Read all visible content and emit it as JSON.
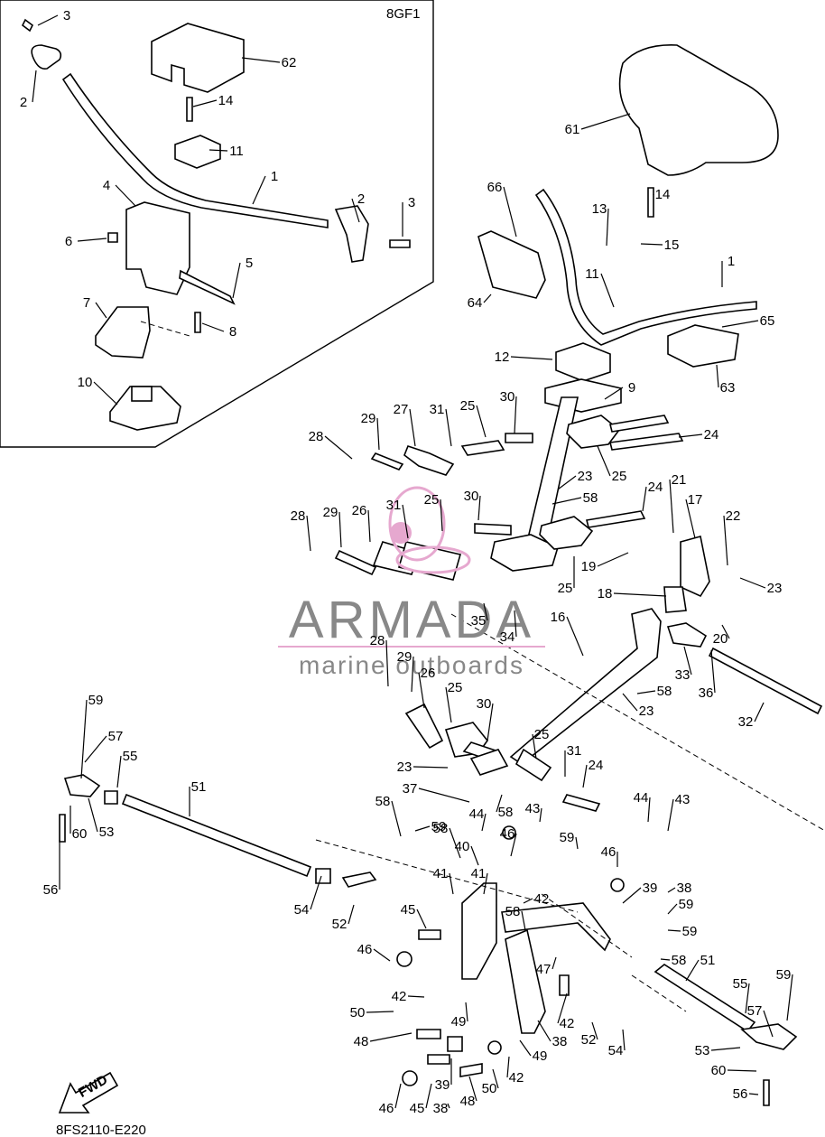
{
  "inset_code": "8GF1",
  "diagram_code": "8FS2110-E220",
  "fwd_label": "FWD",
  "watermark": {
    "brand": "ARMADA",
    "tagline": "marine outboards",
    "brand_color": "#888888",
    "accent_color": "#e6a8cf"
  },
  "callouts": [
    {
      "text": "3"
    },
    {
      "text": "2"
    },
    {
      "text": "62"
    },
    {
      "text": "14"
    },
    {
      "text": "11"
    },
    {
      "text": "1"
    },
    {
      "text": "4"
    },
    {
      "text": "6"
    },
    {
      "text": "2"
    },
    {
      "text": "3"
    },
    {
      "text": "5"
    },
    {
      "text": "7"
    },
    {
      "text": "8"
    },
    {
      "text": "10"
    },
    {
      "text": "61"
    },
    {
      "text": "66"
    },
    {
      "text": "14"
    },
    {
      "text": "13"
    },
    {
      "text": "15"
    },
    {
      "text": "1"
    },
    {
      "text": "64"
    },
    {
      "text": "11"
    },
    {
      "text": "65"
    },
    {
      "text": "63"
    },
    {
      "text": "12"
    },
    {
      "text": "9"
    },
    {
      "text": "28"
    },
    {
      "text": "29"
    },
    {
      "text": "27"
    },
    {
      "text": "31"
    },
    {
      "text": "25"
    },
    {
      "text": "30"
    },
    {
      "text": "24"
    },
    {
      "text": "25"
    },
    {
      "text": "23"
    },
    {
      "text": "58"
    },
    {
      "text": "21"
    },
    {
      "text": "17"
    },
    {
      "text": "24"
    },
    {
      "text": "22"
    },
    {
      "text": "30"
    },
    {
      "text": "26"
    },
    {
      "text": "31"
    },
    {
      "text": "25"
    },
    {
      "text": "28"
    },
    {
      "text": "29"
    },
    {
      "text": "19"
    },
    {
      "text": "25"
    },
    {
      "text": "23"
    },
    {
      "text": "18"
    },
    {
      "text": "35"
    },
    {
      "text": "34"
    },
    {
      "text": "16"
    },
    {
      "text": "20"
    },
    {
      "text": "28"
    },
    {
      "text": "29"
    },
    {
      "text": "26"
    },
    {
      "text": "33"
    },
    {
      "text": "36"
    },
    {
      "text": "58"
    },
    {
      "text": "25"
    },
    {
      "text": "30"
    },
    {
      "text": "23"
    },
    {
      "text": "32"
    },
    {
      "text": "59"
    },
    {
      "text": "57"
    },
    {
      "text": "55"
    },
    {
      "text": "25"
    },
    {
      "text": "31"
    },
    {
      "text": "24"
    },
    {
      "text": "23"
    },
    {
      "text": "51"
    },
    {
      "text": "37"
    },
    {
      "text": "58"
    },
    {
      "text": "44"
    },
    {
      "text": "43"
    },
    {
      "text": "44"
    },
    {
      "text": "43"
    },
    {
      "text": "53"
    },
    {
      "text": "60"
    },
    {
      "text": "58"
    },
    {
      "text": "59"
    },
    {
      "text": "46"
    },
    {
      "text": "59"
    },
    {
      "text": "58"
    },
    {
      "text": "46"
    },
    {
      "text": "56"
    },
    {
      "text": "40"
    },
    {
      "text": "41"
    },
    {
      "text": "41"
    },
    {
      "text": "39"
    },
    {
      "text": "38"
    },
    {
      "text": "54"
    },
    {
      "text": "52"
    },
    {
      "text": "42"
    },
    {
      "text": "59"
    },
    {
      "text": "45"
    },
    {
      "text": "58"
    },
    {
      "text": "51"
    },
    {
      "text": "46"
    },
    {
      "text": "47"
    },
    {
      "text": "59"
    },
    {
      "text": "58"
    },
    {
      "text": "55"
    },
    {
      "text": "59"
    },
    {
      "text": "42"
    },
    {
      "text": "49"
    },
    {
      "text": "50"
    },
    {
      "text": "42"
    },
    {
      "text": "52"
    },
    {
      "text": "57"
    },
    {
      "text": "54"
    },
    {
      "text": "48"
    },
    {
      "text": "38"
    },
    {
      "text": "49"
    },
    {
      "text": "53"
    },
    {
      "text": "60"
    },
    {
      "text": "42"
    },
    {
      "text": "39"
    },
    {
      "text": "50"
    },
    {
      "text": "46"
    },
    {
      "text": "45"
    },
    {
      "text": "38"
    },
    {
      "text": "48"
    },
    {
      "text": "56"
    }
  ]
}
